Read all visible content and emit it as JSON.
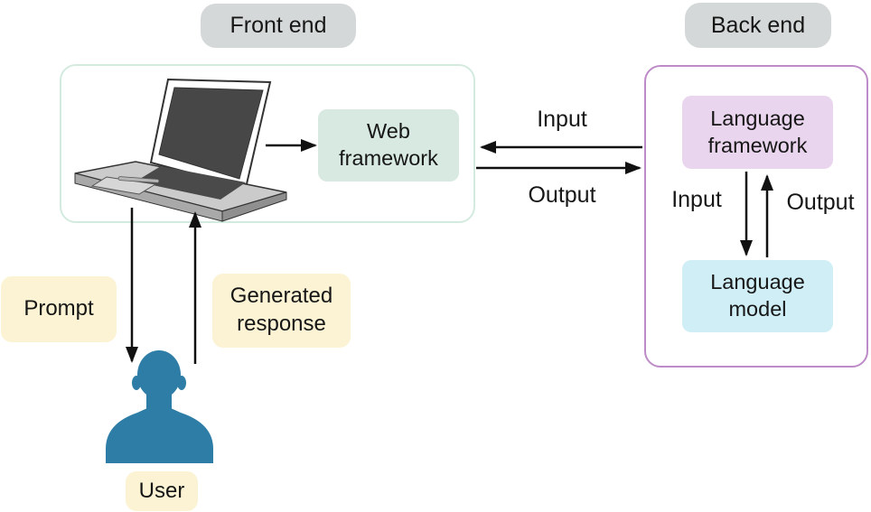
{
  "badges": {
    "front_end": "Front end",
    "back_end": "Back end"
  },
  "frontend": {
    "web_framework": "Web framework"
  },
  "backend": {
    "language_framework": "Language framework",
    "language_model": "Language model",
    "input": "Input",
    "output": "Output"
  },
  "frontend_backend_flow": {
    "input": "Input",
    "output": "Output"
  },
  "user_flow": {
    "prompt": "Prompt",
    "generated_response": "Generated response",
    "user": "User"
  },
  "colors": {
    "badge_bg": "#d5d8d8",
    "frontend_border": "#d3eadf",
    "backend_border": "#bd8bc7",
    "web_framework_bg": "#d7e9e0",
    "language_framework_bg": "#ead5ee",
    "language_model_bg": "#d0eef6",
    "note_bg": "#fbf3d3",
    "user_icon_fill": "#2e7da6",
    "arrow_color": "#111111",
    "text_color": "#161616"
  }
}
